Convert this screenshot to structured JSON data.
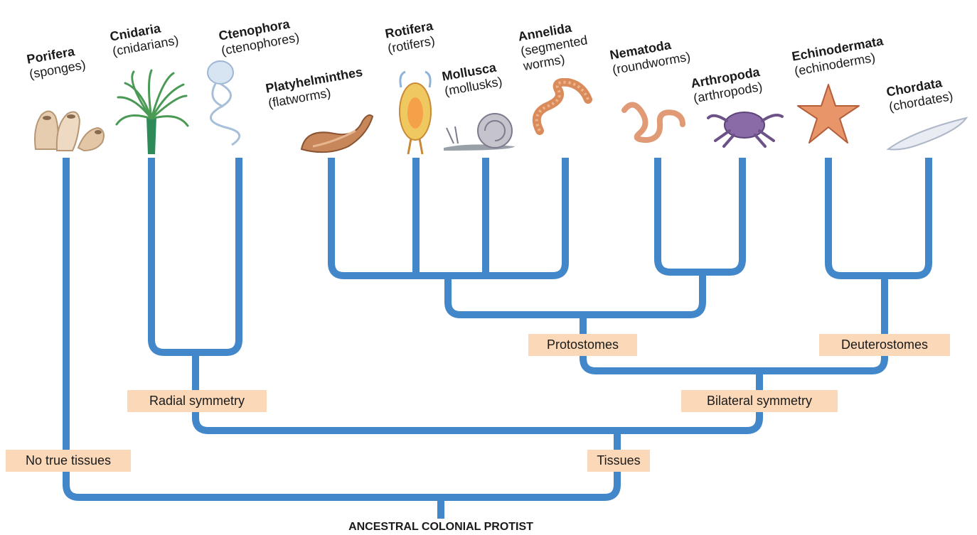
{
  "root_label": "ANCESTRAL COLONIAL PROTIST",
  "colors": {
    "branch": "#4287c9",
    "trait_box": "#fbd8b8",
    "text": "#1a1a1a"
  },
  "phyla": [
    {
      "name": "Porifera",
      "common": "(sponges)",
      "icon": "sponge-icon"
    },
    {
      "name": "Cnidaria",
      "common": "(cnidarians)",
      "icon": "cnidarian-icon"
    },
    {
      "name": "Ctenophora",
      "common": "(ctenophores)",
      "icon": "comb-jelly-icon"
    },
    {
      "name": "Platyhelminthes",
      "common": "(flatworms)",
      "icon": "flatworm-icon"
    },
    {
      "name": "Rotifera",
      "common": "(rotifers)",
      "icon": "rotifer-icon"
    },
    {
      "name": "Mollusca",
      "common": "(mollusks)",
      "icon": "snail-icon"
    },
    {
      "name": "Annelida",
      "common": "(segmented worms)",
      "common_lines": [
        "(segmented",
        "worms)"
      ],
      "icon": "segmented-worm-icon"
    },
    {
      "name": "Nematoda",
      "common": "(roundworms)",
      "icon": "roundworm-icon"
    },
    {
      "name": "Arthropoda",
      "common": "(arthropods)",
      "icon": "crab-icon"
    },
    {
      "name": "Echinodermata",
      "common": "(echinoderms)",
      "icon": "sea-star-icon"
    },
    {
      "name": "Chordata",
      "common": "(chordates)",
      "icon": "lancelet-icon"
    }
  ],
  "traits": {
    "no_true_tissues": "No true tissues",
    "tissues": "Tissues",
    "radial_symmetry": "Radial symmetry",
    "bilateral_symmetry": "Bilateral symmetry",
    "protostomes": "Protostomes",
    "deuterostomes": "Deuterostomes"
  }
}
